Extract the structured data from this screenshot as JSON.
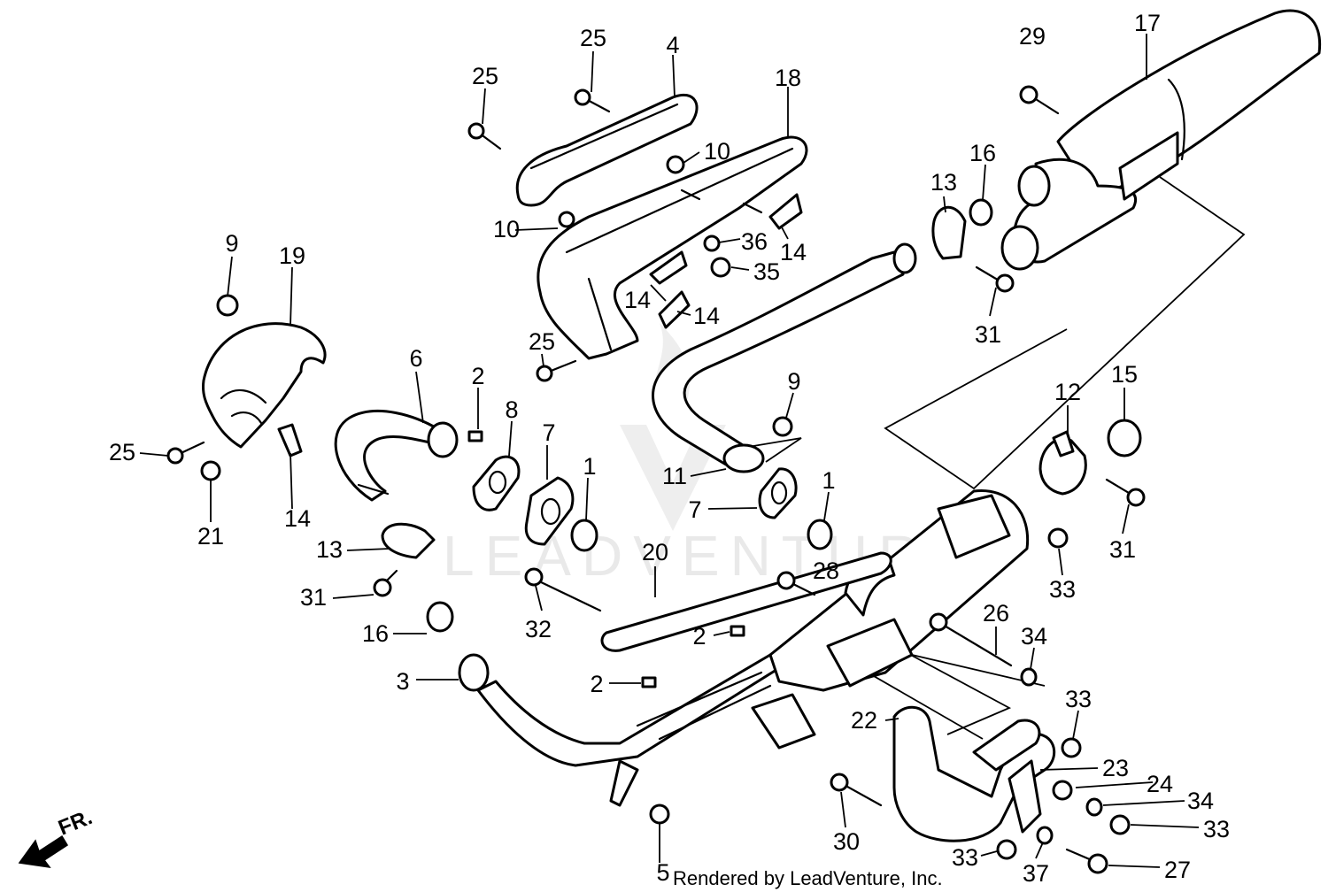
{
  "diagram": {
    "watermark": "LEADVENTURE",
    "credit": "Rendered by LeadVenture, Inc.",
    "direction_label": "FR.",
    "callouts": [
      {
        "id": "c1",
        "label": "25"
      },
      {
        "id": "c2",
        "label": "4"
      },
      {
        "id": "c3",
        "label": "25"
      },
      {
        "id": "c4",
        "label": "18"
      },
      {
        "id": "c5",
        "label": "10"
      },
      {
        "id": "c6",
        "label": "10"
      },
      {
        "id": "c7",
        "label": "36"
      },
      {
        "id": "c8",
        "label": "14"
      },
      {
        "id": "c9",
        "label": "35"
      },
      {
        "id": "c10",
        "label": "14"
      },
      {
        "id": "c11",
        "label": "14"
      },
      {
        "id": "c12",
        "label": "9"
      },
      {
        "id": "c13",
        "label": "19"
      },
      {
        "id": "c14",
        "label": "25"
      },
      {
        "id": "c15",
        "label": "6"
      },
      {
        "id": "c16",
        "label": "2"
      },
      {
        "id": "c17",
        "label": "8"
      },
      {
        "id": "c18",
        "label": "7"
      },
      {
        "id": "c19",
        "label": "1"
      },
      {
        "id": "c20",
        "label": "25"
      },
      {
        "id": "c21",
        "label": "21"
      },
      {
        "id": "c22",
        "label": "14"
      },
      {
        "id": "c23",
        "label": "13"
      },
      {
        "id": "c24",
        "label": "31"
      },
      {
        "id": "c25",
        "label": "16"
      },
      {
        "id": "c26",
        "label": "3"
      },
      {
        "id": "c27",
        "label": "32"
      },
      {
        "id": "c28",
        "label": "20"
      },
      {
        "id": "c29",
        "label": "2"
      },
      {
        "id": "c30",
        "label": "2"
      },
      {
        "id": "c31",
        "label": "5"
      },
      {
        "id": "c32",
        "label": "9"
      },
      {
        "id": "c33",
        "label": "11"
      },
      {
        "id": "c34",
        "label": "7"
      },
      {
        "id": "c35",
        "label": "1"
      },
      {
        "id": "c36",
        "label": "28"
      },
      {
        "id": "c37",
        "label": "29"
      },
      {
        "id": "c38",
        "label": "17"
      },
      {
        "id": "c39",
        "label": "13"
      },
      {
        "id": "c40",
        "label": "16"
      },
      {
        "id": "c41",
        "label": "31"
      },
      {
        "id": "c42",
        "label": "12"
      },
      {
        "id": "c43",
        "label": "15"
      },
      {
        "id": "c44",
        "label": "31"
      },
      {
        "id": "c45",
        "label": "33"
      },
      {
        "id": "c46",
        "label": "26"
      },
      {
        "id": "c47",
        "label": "34"
      },
      {
        "id": "c48",
        "label": "33"
      },
      {
        "id": "c49",
        "label": "22"
      },
      {
        "id": "c50",
        "label": "23"
      },
      {
        "id": "c51",
        "label": "24"
      },
      {
        "id": "c52",
        "label": "34"
      },
      {
        "id": "c53",
        "label": "33"
      },
      {
        "id": "c54",
        "label": "30"
      },
      {
        "id": "c55",
        "label": "33"
      },
      {
        "id": "c56",
        "label": "37"
      },
      {
        "id": "c57",
        "label": "27"
      }
    ]
  }
}
